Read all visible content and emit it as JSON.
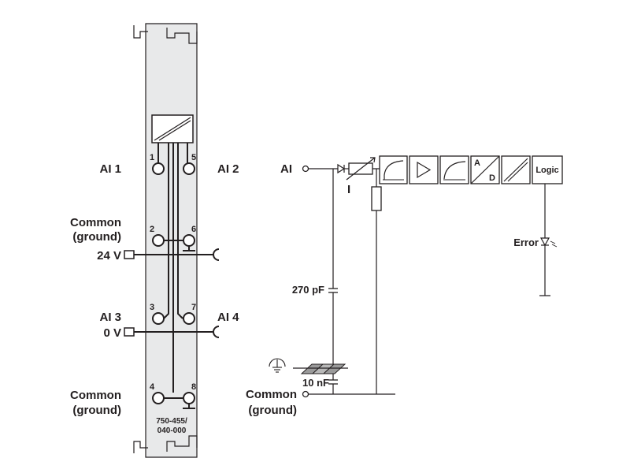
{
  "module": {
    "part_number_line1": "750-455/",
    "part_number_line2": "040-000",
    "terminals": [
      "1",
      "2",
      "3",
      "4",
      "5",
      "6",
      "7",
      "8"
    ],
    "left_labels": {
      "ai1": "AI 1",
      "common_top_line1": "Common",
      "common_top_line2": "(ground)",
      "v24": "24 V",
      "ai3": "AI 3",
      "v0": "0 V",
      "common_bottom_line1": "Common",
      "common_bottom_line2": "(ground)"
    },
    "right_labels": {
      "ai2": "AI 2",
      "ai4": "AI 4"
    }
  },
  "schematic": {
    "input_label": "AI",
    "current_label": "I",
    "cap1_label": "270 pF",
    "cap2_label": "10 nF",
    "ad_top": "A",
    "ad_bottom": "D",
    "logic_label": "Logic",
    "error_label": "Error",
    "common_line1": "Common",
    "common_line2": "(ground)"
  },
  "colors": {
    "module_fill": "#e8e9ea",
    "ink": "#231f20"
  }
}
